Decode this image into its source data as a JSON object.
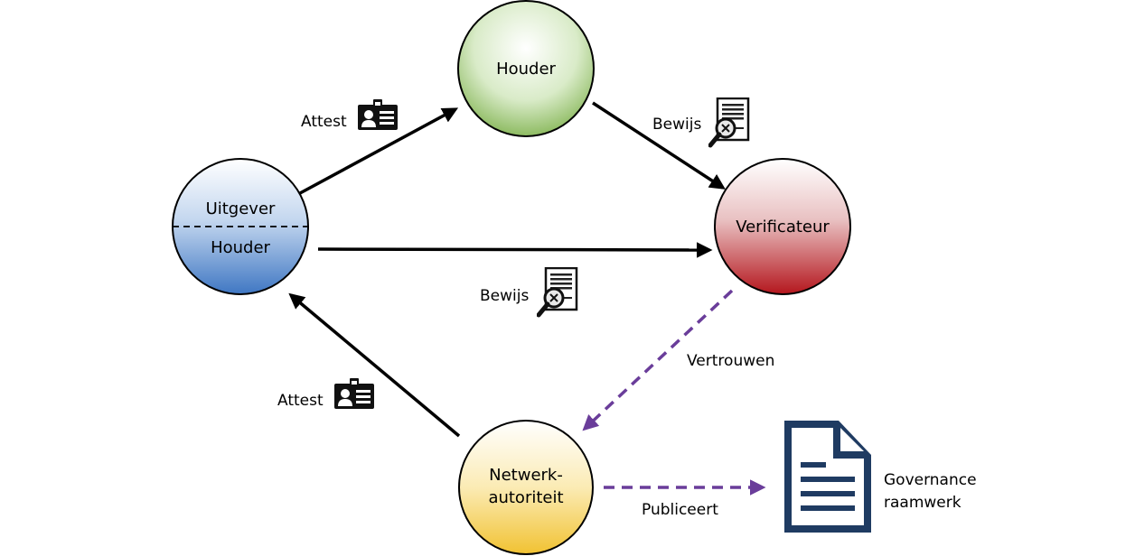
{
  "nodes": {
    "houder_top": {
      "label": "Houder"
    },
    "uitgever_houder": {
      "label_top": "Uitgever",
      "label_bottom": "Houder"
    },
    "verificateur": {
      "label": "Verificateur"
    },
    "netwerk": {
      "label_line1": "Netwerk-",
      "label_line2": "autoriteit"
    }
  },
  "edges": {
    "attest_top": {
      "label": "Attest"
    },
    "bewijs_top": {
      "label": "Bewijs"
    },
    "bewijs_middle": {
      "label": "Bewijs"
    },
    "attest_bottom": {
      "label": "Attest"
    },
    "vertrouwen": {
      "label": "Vertrouwen"
    },
    "publiceert": {
      "label": "Publiceert"
    }
  },
  "governance": {
    "line1": "Governance",
    "line2": "raamwerk"
  },
  "colors": {
    "green": "#7fb24e",
    "red": "#b4161d",
    "blue": "#3f77c3",
    "yellow": "#f1c232",
    "purple": "#6a3d9a",
    "doc_blue": "#1f3b62"
  }
}
